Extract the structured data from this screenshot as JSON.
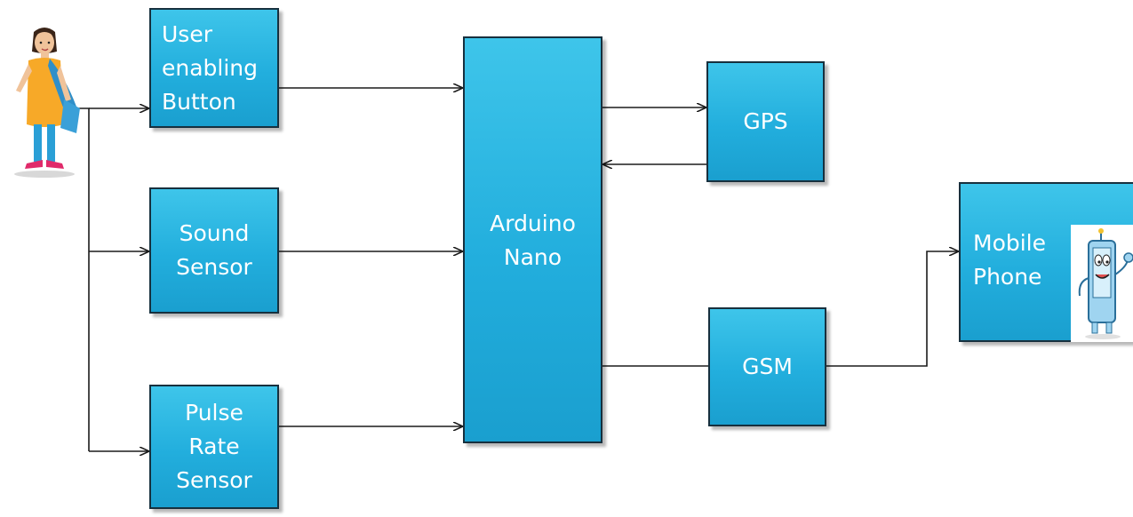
{
  "diagram": {
    "blocks": {
      "user_button": "User\nenabling\nButton",
      "sound_sensor": "Sound\nSensor",
      "pulse_sensor": "Pulse\nRate\nSensor",
      "arduino": "Arduino\nNano",
      "gps": "GPS",
      "gsm": "GSM",
      "mobile_phone": "Mobile\nPhone"
    },
    "illustrations": [
      "woman-figure",
      "smiling-phone-cartoon"
    ],
    "colors": {
      "block_fill": "#27b4e2",
      "block_border": "#17303e",
      "block_text": "#ffffff",
      "connector": "#1b1b1b"
    }
  }
}
